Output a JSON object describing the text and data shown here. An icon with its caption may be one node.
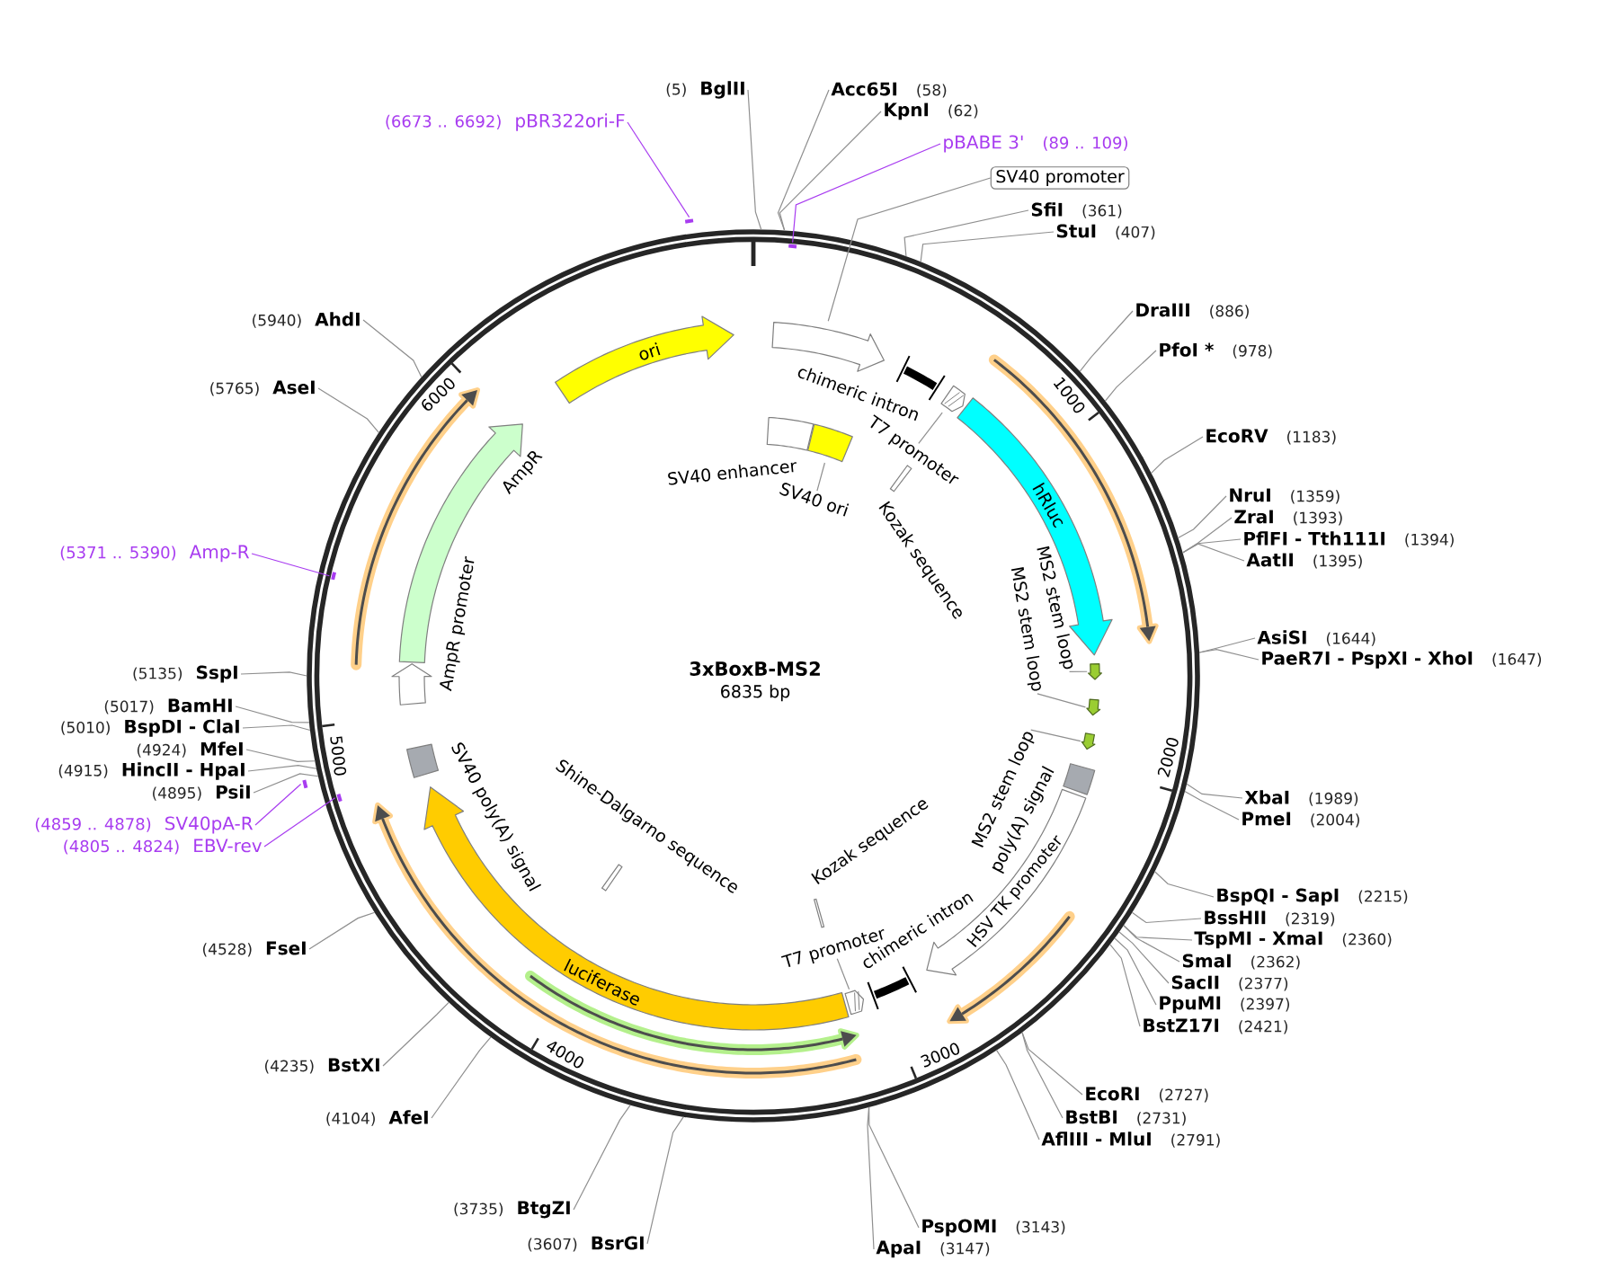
{
  "diagram": {
    "title": "3xBoxB-MS2",
    "nodes": [
      {
        "text": [],
        "shape": "circle"
      },
      {
        "text": [
          "(5)",
          "BglII"
        ]
      },
      {
        "text": [
          "Acc65I",
          "(58)"
        ]
      },
      {
        "text": [
          "KpnI",
          "(62)"
        ]
      },
      {
        "text": [
          "pBABE 3'",
          "(89 .. 109)"
        ]
      },
      {
        "text": [],
        "shape": "bar",
        "in": 0
      },
      {
        "text": [
          "SV40 promoter"
        ]
      },
      {
        "text": [
          "SfiI",
          "(361)"
        ]
      },
      {
        "text": [
          "StuI",
          "(407)"
        ]
      },
      {
        "text": [
          "DraIII",
          "(886)"
        ]
      },
      {
        "text": [
          "PfoI *",
          "(978)"
        ]
      },
      {
        "text": [
          "EcoRV",
          "(1183)"
        ]
      },
      {
        "text": [
          "NruI",
          "(1359)"
        ]
      },
      {
        "text": [
          "ZraI",
          "(1393)"
        ]
      },
      {
        "text": [
          "PflFI - Tth111I",
          "(1394)"
        ]
      },
      {
        "text": [
          "AatII",
          "(1395)"
        ]
      },
      {
        "text": [
          "AsiSI",
          "(1644)"
        ]
      },
      {
        "text": [
          "PaeR7I - PspXI - XhoI",
          "(1647)"
        ]
      },
      {
        "text": [
          "XbaI",
          "(1989)"
        ]
      },
      {
        "text": [
          "PmeI",
          "(2004)"
        ]
      },
      {
        "text": [
          "BspQI - SapI",
          "(2215)"
        ]
      },
      {
        "text": [
          "BssHII",
          "(2319)"
        ]
      },
      {
        "text": [
          "TspMI - XmaI",
          "(2360)"
        ]
      },
      {
        "text": [
          "SmaI",
          "(2362)"
        ]
      },
      {
        "text": [
          "SacII",
          "(2377)"
        ]
      },
      {
        "text": [
          "PpuMI",
          "(2397)"
        ]
      },
      {
        "text": [
          "BstZ17I",
          "(2421)"
        ]
      },
      {
        "text": [
          "EcoRI",
          "(2727)"
        ]
      },
      {
        "text": [
          "BstBI",
          "(2731)"
        ]
      },
      {
        "text": [
          "AflIII - MluI",
          "(2791)"
        ]
      },
      {
        "text": [
          "PspOMI",
          "(3143)"
        ]
      },
      {
        "text": [
          "ApaI",
          "(3147)"
        ]
      },
      {
        "text": [
          "(3607)",
          "BsrGI"
        ]
      },
      {
        "text": [
          "(3735)",
          "BtgZI"
        ]
      },
      {
        "text": [
          "(4104)",
          "AfeI"
        ]
      },
      {
        "text": [
          "(4235)",
          "BstXI"
        ]
      },
      {
        "text": [
          "(4528)",
          "FseI"
        ]
      },
      {
        "text": [
          "(4805 .. 4824)",
          "EBV-rev"
        ]
      },
      {
        "text": [],
        "shape": "bar",
        "in": 0
      },
      {
        "text": [
          "(4859 .. 4878)",
          "SV40pA-R"
        ]
      },
      {
        "text": [],
        "shape": "bar"
      },
      {
        "text": [
          "(4895)",
          "PsiI"
        ]
      },
      {
        "text": [
          "(4915)",
          "HincII - HpaI"
        ]
      },
      {
        "text": [
          "(4924)",
          "MfeI"
        ]
      },
      {
        "text": [
          "(5010)",
          "BspDI - ClaI"
        ]
      },
      {
        "text": [
          "(5017)",
          "BamHI"
        ]
      },
      {
        "text": [
          "(5135)",
          "SspI"
        ]
      },
      {
        "text": [
          "(5371 .. 5390)",
          "Amp-R"
        ]
      },
      {
        "text": [],
        "shape": "bar",
        "in": 0
      },
      {
        "text": [
          "(5765)",
          "AseI"
        ]
      },
      {
        "text": [
          "(5940)",
          "AhdI"
        ]
      },
      {
        "text": [
          "(6673 .. 6692)",
          "pBR322ori-F"
        ]
      },
      {
        "text": [],
        "shape": "bar"
      },
      {
        "text": [],
        "shape": "arrow",
        "in": 0
      },
      {
        "text": [
          "chimeric intron"
        ],
        "in": 0
      },
      {
        "text": [
          "T7 promoter"
        ],
        "in": 0
      },
      {
        "text": [],
        "shape": "arrow",
        "in": 0
      },
      {
        "text": [
          "hRluc"
        ],
        "in": 0
      },
      {
        "text": [
          "MS2 stem loop"
        ],
        "in": 0
      },
      {
        "text": [],
        "shape": "arrow",
        "in": 0
      },
      {
        "text": [
          "MS2 stem loop"
        ],
        "in": 0
      },
      {
        "text": [],
        "shape": "arrow",
        "in": 0
      },
      {
        "text": [
          "MS2 stem loop"
        ],
        "in": 0
      },
      {
        "text": [],
        "shape": "arrow",
        "in": 0
      },
      {
        "text": [
          "poly(A) signal"
        ],
        "in": 0
      },
      {
        "text": [
          "HSV TK promoter"
        ],
        "in": 0
      },
      {
        "text": [
          "chimeric intron"
        ],
        "in": 0
      },
      {
        "text": [
          "T7 promoter"
        ],
        "in": 0
      },
      {
        "text": [],
        "shape": "arrow",
        "in": 0
      },
      {
        "text": [
          "luciferase"
        ],
        "in": 0
      },
      {
        "text": [
          "SV40 poly(A) signal"
        ],
        "in": 0
      },
      {
        "text": [
          "AmpR promoter"
        ],
        "in": 0
      },
      {
        "text": [
          "AmpR"
        ],
        "in": 0
      },
      {
        "text": [
          "ori"
        ],
        "in": 0
      },
      {
        "text": [
          "SV40 enhancer"
        ],
        "in": 0
      },
      {
        "text": [
          "SV40 ori"
        ],
        "in": 0
      },
      {
        "text": [],
        "shape": "box",
        "in": 0
      },
      {
        "text": [
          "Kozak sequence"
        ],
        "in": 0
      },
      {
        "text": [
          "Kozak sequence"
        ],
        "in": 0
      },
      {
        "text": [
          "Shine-Dalgarno sequence"
        ],
        "in": 0
      }
    ],
    "edges": [
      {
        "from": 1,
        "to": 0,
        "arrow": "none"
      },
      {
        "from": 2,
        "to": 0,
        "arrow": "none"
      },
      {
        "from": 3,
        "to": 0,
        "arrow": "none"
      },
      {
        "from": 4,
        "to": 5,
        "arrow": "none",
        "color": "#a83cf0"
      },
      {
        "from": 6,
        "to": 53,
        "arrow": "none"
      },
      {
        "from": 7,
        "to": 0,
        "arrow": "none"
      },
      {
        "from": 8,
        "to": 0,
        "arrow": "none"
      },
      {
        "from": 9,
        "to": 0,
        "arrow": "none"
      },
      {
        "from": 10,
        "to": 0,
        "arrow": "none"
      },
      {
        "from": 11,
        "to": 0,
        "arrow": "none"
      },
      {
        "from": 12,
        "to": 0,
        "arrow": "none"
      },
      {
        "from": 13,
        "to": 0,
        "arrow": "none"
      },
      {
        "from": 14,
        "to": 0,
        "arrow": "none"
      },
      {
        "from": 15,
        "to": 0,
        "arrow": "none"
      },
      {
        "from": 16,
        "to": 0,
        "arrow": "none"
      },
      {
        "from": 17,
        "to": 0,
        "arrow": "none"
      },
      {
        "from": 18,
        "to": 0,
        "arrow": "none"
      },
      {
        "from": 19,
        "to": 0,
        "arrow": "none"
      },
      {
        "from": 20,
        "to": 0,
        "arrow": "none"
      },
      {
        "from": 21,
        "to": 0,
        "arrow": "none"
      },
      {
        "from": 22,
        "to": 0,
        "arrow": "none"
      },
      {
        "from": 23,
        "to": 0,
        "arrow": "none"
      },
      {
        "from": 24,
        "to": 0,
        "arrow": "none"
      },
      {
        "from": 25,
        "to": 0,
        "arrow": "none"
      },
      {
        "from": 26,
        "to": 0,
        "arrow": "none"
      },
      {
        "from": 27,
        "to": 0,
        "arrow": "none"
      },
      {
        "from": 28,
        "to": 0,
        "arrow": "none"
      },
      {
        "from": 29,
        "to": 0,
        "arrow": "none"
      },
      {
        "from": 30,
        "to": 0,
        "arrow": "none"
      },
      {
        "from": 31,
        "to": 0,
        "arrow": "none"
      },
      {
        "from": 32,
        "to": 0,
        "arrow": "none"
      },
      {
        "from": 33,
        "to": 0,
        "arrow": "none"
      },
      {
        "from": 34,
        "to": 0,
        "arrow": "none"
      },
      {
        "from": 35,
        "to": 0,
        "arrow": "none"
      },
      {
        "from": 36,
        "to": 0,
        "arrow": "none"
      },
      {
        "from": 37,
        "to": 38,
        "arrow": "none",
        "color": "#a83cf0"
      },
      {
        "from": 39,
        "to": 40,
        "arrow": "none",
        "color": "#a83cf0"
      },
      {
        "from": 41,
        "to": 0,
        "arrow": "none"
      },
      {
        "from": 42,
        "to": 0,
        "arrow": "none"
      },
      {
        "from": 43,
        "to": 0,
        "arrow": "none"
      },
      {
        "from": 44,
        "to": 0,
        "arrow": "none"
      },
      {
        "from": 45,
        "to": 0,
        "arrow": "none"
      },
      {
        "from": 46,
        "to": 0,
        "arrow": "none"
      },
      {
        "from": 47,
        "to": 48,
        "arrow": "none",
        "color": "#a83cf0"
      },
      {
        "from": 49,
        "to": 0,
        "arrow": "none"
      },
      {
        "from": 50,
        "to": 0,
        "arrow": "none"
      },
      {
        "from": 51,
        "to": 52,
        "arrow": "none",
        "color": "#a83cf0"
      },
      {
        "from": 55,
        "to": 56,
        "arrow": "none"
      },
      {
        "from": 58,
        "to": 59,
        "arrow": "none"
      },
      {
        "from": 60,
        "to": 61,
        "arrow": "none"
      },
      {
        "from": 62,
        "to": 63,
        "arrow": "none"
      },
      {
        "from": 67,
        "to": 68,
        "arrow": "none"
      },
      {
        "from": 75,
        "to": 76,
        "arrow": "none"
      }
    ],
    "labels": [
      "6835 bp",
      "1000",
      "2000",
      "3000",
      "4000",
      "5000",
      "6000"
    ]
  }
}
